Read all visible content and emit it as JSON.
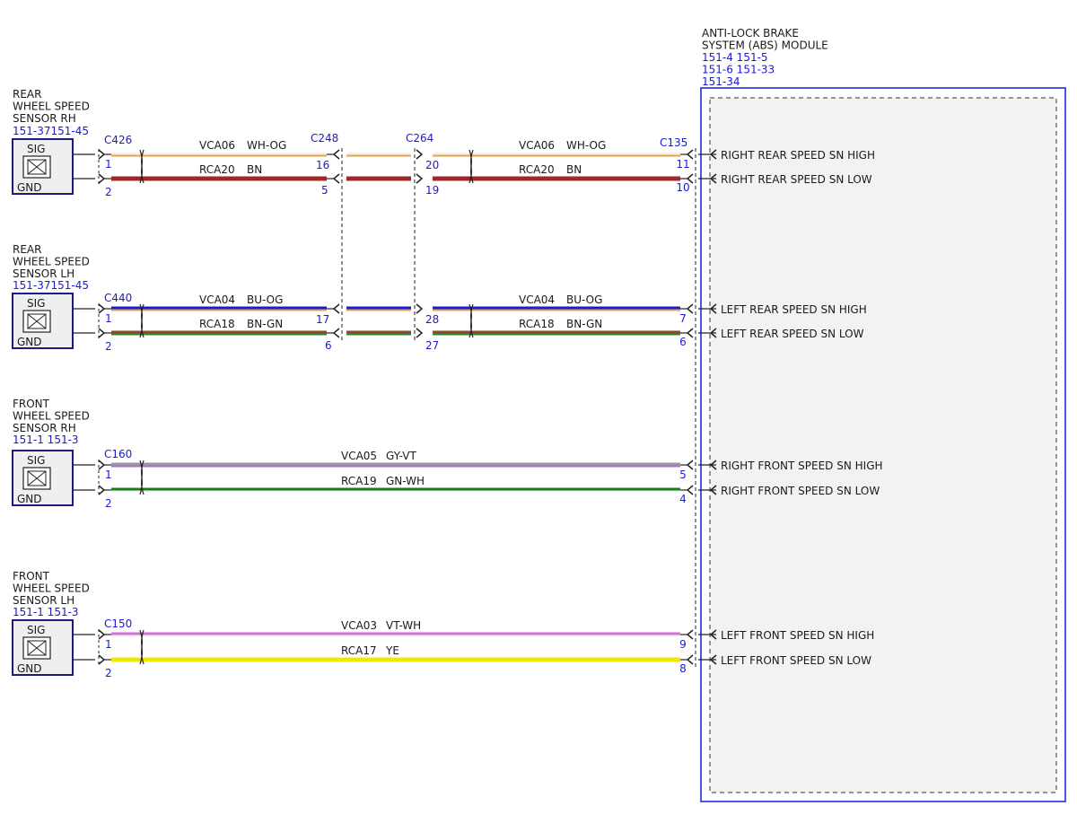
{
  "module": {
    "title_lines": [
      "ANTI-LOCK BRAKE",
      "SYSTEM (ABS) MODULE"
    ],
    "ref_lines": [
      "151-4 151-5",
      "151-6  151-33",
      "151-34"
    ],
    "colors": {
      "border": "#1a1ad8",
      "fill": "#f2f2f2"
    }
  },
  "sensors": [
    {
      "title_lines": [
        "REAR",
        "WHEEL SPEED",
        "SENSOR RH"
      ],
      "ref": "151-37151-45",
      "sig": "SIG",
      "gnd": "GND",
      "connector": "C426",
      "pins": [
        "1",
        "2"
      ]
    },
    {
      "title_lines": [
        "REAR",
        "WHEEL SPEED",
        "SENSOR LH"
      ],
      "ref": "151-37151-45",
      "sig": "SIG",
      "gnd": "GND",
      "connector": "C440",
      "pins": [
        "1",
        "2"
      ]
    },
    {
      "title_lines": [
        "FRONT",
        "WHEEL SPEED",
        "SENSOR RH"
      ],
      "ref": "151-1 151-3",
      "sig": "SIG",
      "gnd": "GND",
      "connector": "C160",
      "pins": [
        "1",
        "2"
      ]
    },
    {
      "title_lines": [
        "FRONT",
        "WHEEL SPEED",
        "SENSOR LH"
      ],
      "ref": "151-1 151-3",
      "sig": "SIG",
      "gnd": "GND",
      "connector": "C150",
      "pins": [
        "1",
        "2"
      ]
    }
  ],
  "inline_connectors": [
    {
      "name": "C248",
      "rear_rh_pins": [
        "16",
        "5"
      ],
      "rear_lh_pins": [
        "17",
        "6"
      ]
    },
    {
      "name": "C264",
      "rear_rh_pins": [
        "20",
        "19"
      ],
      "rear_lh_pins": [
        "28",
        "27"
      ]
    }
  ],
  "module_connector": "C135",
  "circuits": [
    {
      "circuit": "VCA06",
      "color_code": "WH-OG",
      "colors": [
        "#f2f2f2",
        "#e8a040"
      ],
      "module_pin": "11",
      "module_label": "RIGHT REAR SPEED SN HIGH"
    },
    {
      "circuit": "RCA20",
      "color_code": "BN",
      "colors": [
        "#a02828",
        "#a02828"
      ],
      "module_pin": "10",
      "module_label": "RIGHT REAR SPEED SN LOW"
    },
    {
      "circuit": "VCA04",
      "color_code": "BU-OG",
      "colors": [
        "#1a1ad8",
        "#e8a040"
      ],
      "module_pin": "7",
      "module_label": "LEFT REAR SPEED SN HIGH"
    },
    {
      "circuit": "RCA18",
      "color_code": "BN-GN",
      "colors": [
        "#8b4a2b",
        "#2a8a2a"
      ],
      "module_pin": "6",
      "module_label": "LEFT REAR SPEED SN LOW"
    },
    {
      "circuit": "VCA05",
      "color_code": "GY-VT",
      "colors": [
        "#9a9a9a",
        "#b070c8"
      ],
      "module_pin": "5",
      "module_label": "RIGHT FRONT SPEED SN HIGH"
    },
    {
      "circuit": "RCA19",
      "color_code": "GN-WH",
      "colors": [
        "#1e7a1e",
        "#f2f2f2"
      ],
      "module_pin": "4",
      "module_label": "RIGHT FRONT SPEED SN LOW"
    },
    {
      "circuit": "VCA03",
      "color_code": "VT-WH",
      "colors": [
        "#d070d8",
        "#f2f2f2"
      ],
      "module_pin": "9",
      "module_label": "LEFT FRONT SPEED SN HIGH"
    },
    {
      "circuit": "RCA17",
      "color_code": "YE",
      "colors": [
        "#f0e800",
        "#f0e800"
      ],
      "module_pin": "8",
      "module_label": "LEFT FRONT SPEED SN LOW"
    }
  ]
}
